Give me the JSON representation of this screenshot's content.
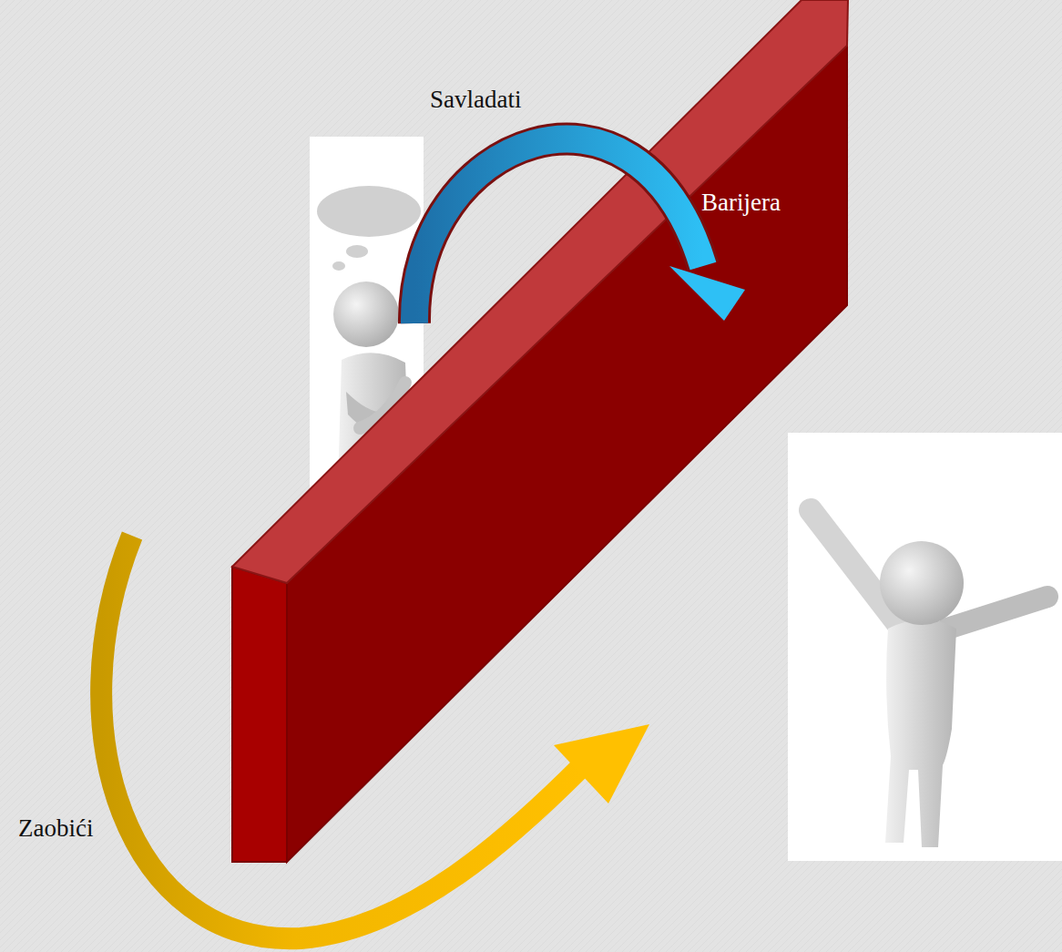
{
  "diagram": {
    "nodes": [
      {
        "text": [
          "Barijera"
        ]
      }
    ],
    "labels": [
      "Savladati",
      "Zaobići"
    ]
  }
}
